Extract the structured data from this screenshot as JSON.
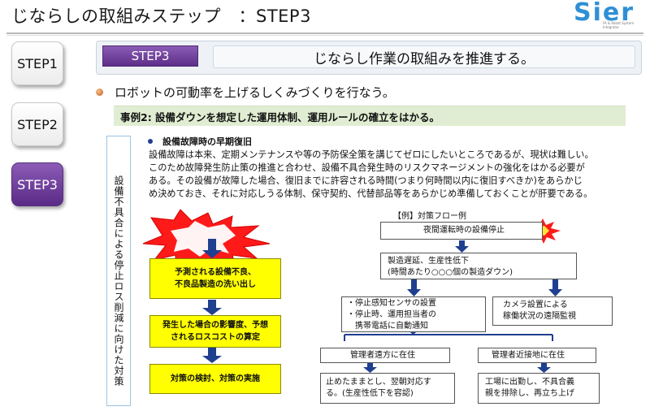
{
  "header": {
    "title": "じならしの取組みステップ　：STEP3"
  },
  "logo": {
    "word": "Sier",
    "sub_line1": "FA & Robot System",
    "sub_line2": "Integrator"
  },
  "steps": [
    {
      "label": "STEP1",
      "active": false
    },
    {
      "label": "STEP2",
      "active": false
    },
    {
      "label": "STEP3",
      "active": true
    }
  ],
  "main": {
    "step_badge": "STEP3",
    "headline": "じならし作業の取組みを推進する。",
    "bullet": "ロボットの可動率を上げるしくみづくりを行なう。",
    "case_title": "事例2: 設備ダウンを想定した運用体制、運用ルールの確立をはかる。",
    "side_label": "設備不具合による停止ロス削減に向けた対策",
    "subheading": "設備故障時の早期復旧",
    "paragraph": [
      "設備故障は本来、定期メンテナンスや等の予防保全策を講じてゼロにしたいところであるが、現状は難しい。",
      "このため故障発生防止策の推進と合わせ、設備不具合発生時のリスクマネージメントの強化をはかる必要が",
      "ある。その設備が故障した場合、復旧までに許容される時間(つまり何時間以内に復旧すべきか)をあらかじ",
      "め決めておき、それに対応しうる体制、保守契約、代替部品等をあらかじめ準備しておくことが肝要である。"
    ]
  },
  "left_flow": [
    {
      "line1": "予測される設備不良、",
      "line2": "不良品製造の洗い出し"
    },
    {
      "line1": "発生した場合の影響度、予想",
      "line2": "されるロスコストの算定"
    },
    {
      "line1": "対策の検討、対策の実施",
      "line2": ""
    }
  ],
  "right_flow": {
    "label": "【例】対策フロー例",
    "stop": "夜間運転時の設備停止",
    "delay_line1": "製造遅延、生産性低下",
    "delay_line2": "(時間あたり○○○個の製造ダウン)",
    "sensor_line1": "・停止感知センサの設置",
    "sensor_line2": "・停止時、運用担当者の",
    "sensor_line3": "　携帯電話に自動通知",
    "camera_line1": "カメラ設置による",
    "camera_line2": "稼働状況の遠隔監視",
    "remote": "管理者遠方に在住",
    "near": "管理者近接地に在住",
    "remote_action_line1": "止めたままとし、翌朝対応す",
    "remote_action_line2": "る。(生産性低下を容認)",
    "near_action_line1": "工場に出勤し、不具合義",
    "near_action_line2": "親を排除し、再立ち上げ"
  },
  "colors": {
    "accent_purple": "#5d2f89",
    "highlight_yellow": "#ffff00",
    "case_green": "#e1edd2",
    "arrow_navy": "#1f3f8f",
    "burst_red": "#ff1a1a"
  },
  "icons": [
    "explosion-burst-icon",
    "explosion-small-icon",
    "arrow-down-icon",
    "bullet-dot-icon"
  ]
}
